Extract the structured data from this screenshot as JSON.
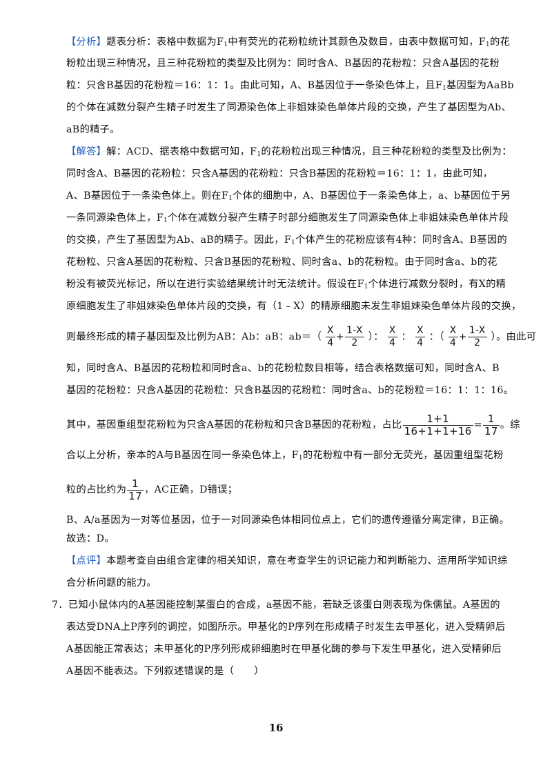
{
  "analysis": {
    "tag": "【分析】",
    "l1a": "题表分析：表格中数据为F",
    "l1b": "中有荧光的花粉粒统计其颜色及数目，由表中数据可知，F",
    "l1c": "的花",
    "l2": "粉粒出现三种情况，且三种花粉粒的类型及比例为：同时含A、B基因的花粉粒：只含A基因的花粉",
    "l3a": "粒：只含B基因的花粉粒＝16：1：1。由此可知，A、B基因位于一条染色体上，且F",
    "l3b": "基因型为AaBb",
    "l4": "的个体在减数分裂产生精子时发生了同源染色体上非姐妹染色单体片段的交换，产生了基因型为Ab、",
    "l5": "aB的精子。"
  },
  "answer": {
    "tag": "【解答】",
    "l1a": "解：ACD、据表格中数据可知，F",
    "l1b": "的花粉粒出现三种情况，且三种花粉粒的类型及比例为：",
    "l2": "同时含A、B基因的花粉粒：只含A基因的花粉粒：只含B基因的花粉粒＝16：1：1，由此可知，",
    "l3a": "A、B基因位于一条染色体上。则在F",
    "l3b": "个体的细胞中，A、B基因位于一条染色体上，a、b基因位于另",
    "l4a": "一条同源染色体上，F",
    "l4b": "个体在减数分裂产生精子时部分细胞发生了同源染色体上非姐妹染色单体片段",
    "l5a": "的交换，产生了基因型为Ab、aB的精子。因此，F",
    "l5b": "个体产生的花粉应该有4种：同时含A、B基因的",
    "l6": "花粉粒、只含A基因的花粉粒、只含B基因的花粉粒、同时含a、b的花粉粒。由于同时含a、b的花",
    "l7a": "粉没有被荧光标记，所以在进行实验结果统计时无法统计。假设在F",
    "l7b": "个体进行减数分裂时，有X的精",
    "l8": "原细胞发生了非姐妹染色单体片段的交换，有（1﹣X）的精原细胞未发生非姐妹染色单体片段的交换，",
    "l9a": "则最终形成的精子基因型及比例为AB：Ab：aB：ab＝（",
    "l9_plus": "+",
    "l9b": "）：",
    "l9c": "：",
    "l9d": "：（",
    "l9e": "）。由此可",
    "f_x": "X",
    "f_4": "4",
    "f_1x": "1-X",
    "f_2": "2",
    "l10": "知，同时含A、B基因的花粉粒和同时含a、b的花粉粒数目相等，结合表格数据可知，同时含A、B",
    "l11": "基因的花粉粒：只含A基因的花粉粒：只含B基因的花粉粒：同时含a、b的花粉粒＝16：1：1：16。",
    "l12a": "其中，基因重组型花粉粒为只含A基因的花粉粒和只含B基因的花粉粒，占比",
    "f12_num": "1+1",
    "f12_den": "16+1+1+16",
    "l12_eq": "=",
    "f_1": "1",
    "f_17": "17",
    "l12b": "。综",
    "l13a": "合以上分析，亲本的A与B基因在同一条染色体上，F",
    "l13b": "的花粉粒中有一部分无荧光，基因重组型花粉",
    "l14a": "粒的占比约为",
    "l14b": "，AC正确，D错误；",
    "l15": "B、A/a基因为一对等位基因，位于一对同源染色体相同位点上，它们的遗传遵循分离定律，B正确。",
    "l16": "故选：D。"
  },
  "comment": {
    "tag": "【点评】",
    "l1": "本题考查自由组合定律的相关知识，意在考查学生的识记能力和判断能力、运用所学知识综",
    "l2": "合分析问题的能力。"
  },
  "question7": {
    "number": "7．",
    "l1": "已知小鼠体内的A基因能控制某蛋白的合成，a基因不能，若缺乏该蛋白则表现为侏儒鼠。A基因的",
    "l2": "表达受DNA上P序列的调控，如图所示。甲基化的P序列在形成精子时发生去甲基化，进入受精卵后",
    "l3": "A基因能正常表达；未甲基化的P序列形成卵细胞时在甲基化酶的参与下发生甲基化，进入受精卵后",
    "l4": "A基因不能表达。下列叙述错误的是（　　）"
  },
  "subscript_1": "1",
  "page_number": "16",
  "colors": {
    "tag": "#1f5fbf",
    "text": "#111111"
  }
}
